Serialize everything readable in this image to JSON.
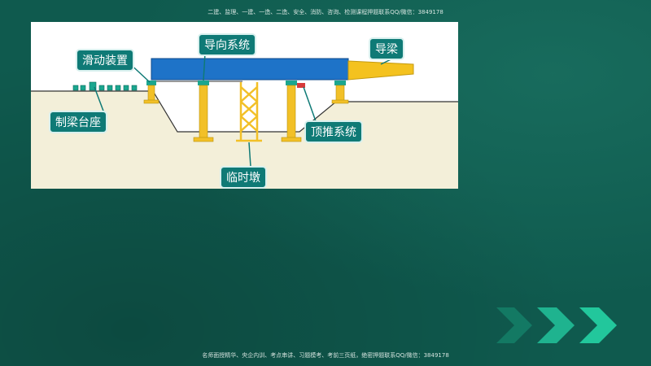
{
  "header": {
    "watermark": "二建、监理、一建、一造、二造、安全、消防、咨询、检测课程押题联系QQ/微信：3849178"
  },
  "footer": {
    "watermark": "名师面授精华、央企内训、考点串讲、习题模考、考前三页纸，绝密押题联系QQ/微信：3849178"
  },
  "diagram": {
    "labels": {
      "sliding_device": "滑动装置",
      "guide_system": "导向系统",
      "guide_girder": "导梁",
      "casting_platform": "制梁台座",
      "jacking_system": "顶推系统",
      "temporary_pier": "临时墩"
    }
  },
  "colors": {
    "background": "#0f5a4e",
    "beam": "#1e73c8",
    "guide_girder": "#f4c21f",
    "pier": "#f2c027",
    "pier_cap": "#1ba68f",
    "ground": "#f3efd9",
    "label_bg": "#0f7a76",
    "chevron": "#1fb38f"
  }
}
